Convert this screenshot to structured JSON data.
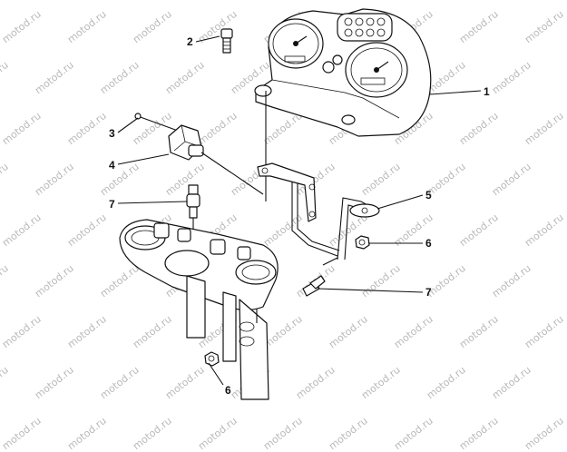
{
  "watermark": {
    "text": "motod.ru"
  },
  "callouts": [
    {
      "id": "c1",
      "label": "1"
    },
    {
      "id": "c2",
      "label": "2"
    },
    {
      "id": "c3",
      "label": "3"
    },
    {
      "id": "c4",
      "label": "4"
    },
    {
      "id": "c5",
      "label": "5"
    },
    {
      "id": "c6a",
      "label": "6"
    },
    {
      "id": "c6b",
      "label": "6"
    },
    {
      "id": "c7a",
      "label": "7"
    },
    {
      "id": "c7b",
      "label": "7"
    }
  ]
}
